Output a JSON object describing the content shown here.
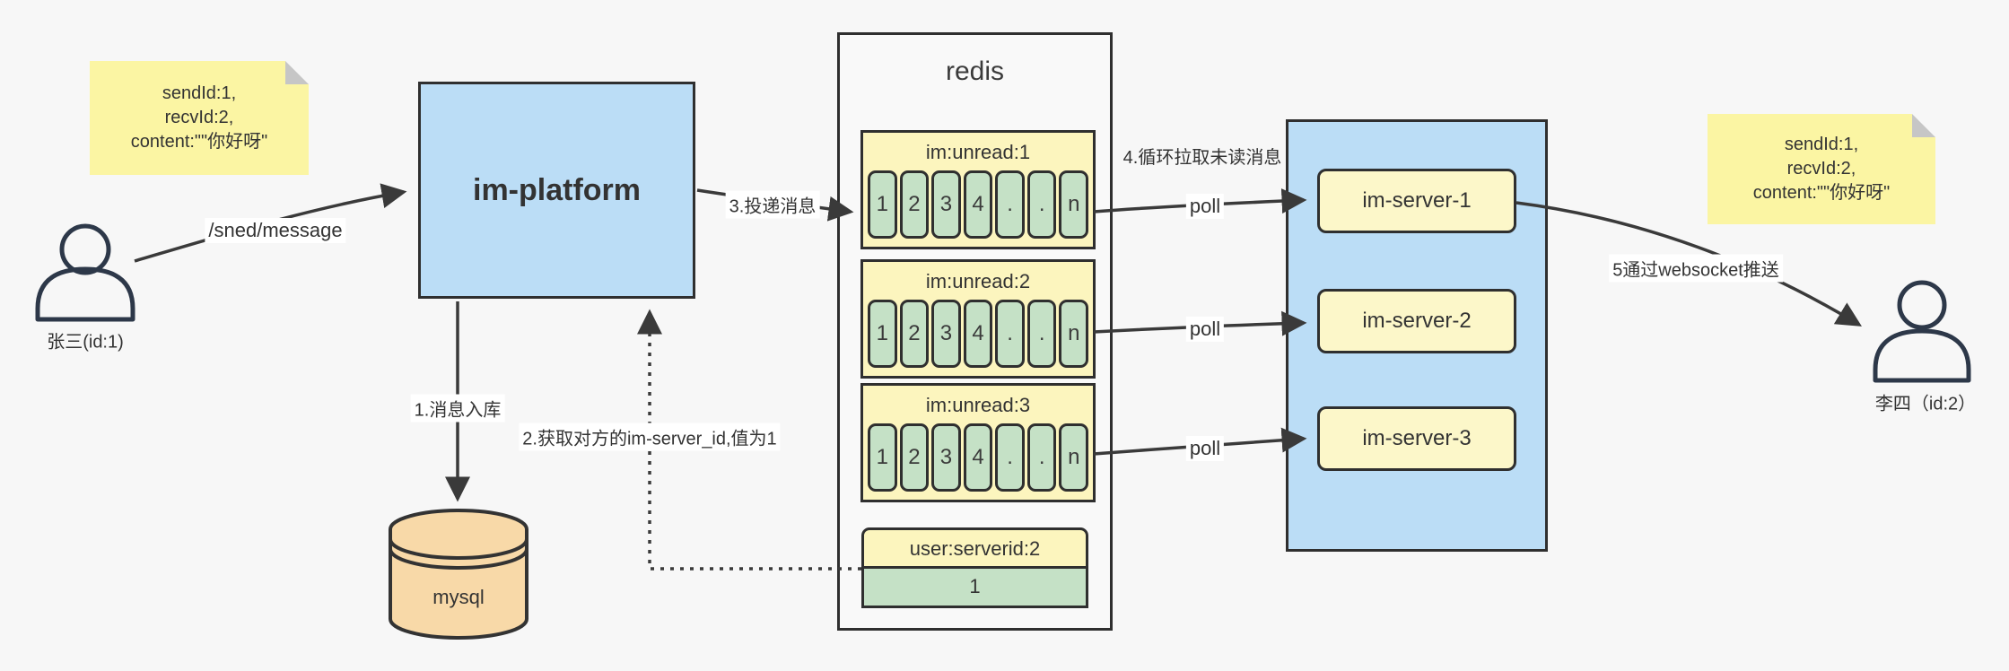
{
  "colors": {
    "background": "#f7f7f7",
    "node_blue": "#bbddf6",
    "note_yellow": "#fbf5a3",
    "queue_yellow": "#fcf5be",
    "server_yellow": "#fcf7c9",
    "cell_green": "#c5e1c6",
    "db_tan": "#f8d9a8",
    "line_dark": "#3a3a3a",
    "actor_navy": "#2d3849"
  },
  "sender": {
    "name": "张三(id:1)"
  },
  "receiver": {
    "name": "李四（id:2）"
  },
  "note_left": {
    "line1": "sendId:1,",
    "line2": "recvId:2,",
    "line3": "content:\"\"你好呀\""
  },
  "note_right": {
    "line1": "sendId:1,",
    "line2": "recvId:2,",
    "line3": "content:\"\"你好呀\""
  },
  "platform": {
    "label": "im-platform"
  },
  "database": {
    "label": "mysql"
  },
  "redis": {
    "title": "redis",
    "queues": [
      {
        "header": "im:unread:1",
        "cells": [
          "1",
          "2",
          "3",
          "4",
          ".",
          ".",
          "n"
        ]
      },
      {
        "header": "im:unread:2",
        "cells": [
          "1",
          "2",
          "3",
          "4",
          ".",
          ".",
          "n"
        ]
      },
      {
        "header": "im:unread:3",
        "cells": [
          "1",
          "2",
          "3",
          "4",
          ".",
          ".",
          "n"
        ]
      }
    ],
    "mapping": {
      "header": "user:serverid:2",
      "value": "1"
    }
  },
  "cluster": {
    "servers": [
      {
        "label": "im-server-1"
      },
      {
        "label": "im-server-2"
      },
      {
        "label": "im-server-3"
      }
    ]
  },
  "edges": {
    "send_api": "/sned/message",
    "step1": "1.消息入库",
    "step2": "2.获取对方的im-server_id,值为1",
    "step3": "3.投递消息",
    "step4": "4.循环拉取未读消息",
    "poll_1": "poll",
    "poll_2": "poll",
    "poll_3": "poll",
    "step5": "5通过websocket推送"
  }
}
